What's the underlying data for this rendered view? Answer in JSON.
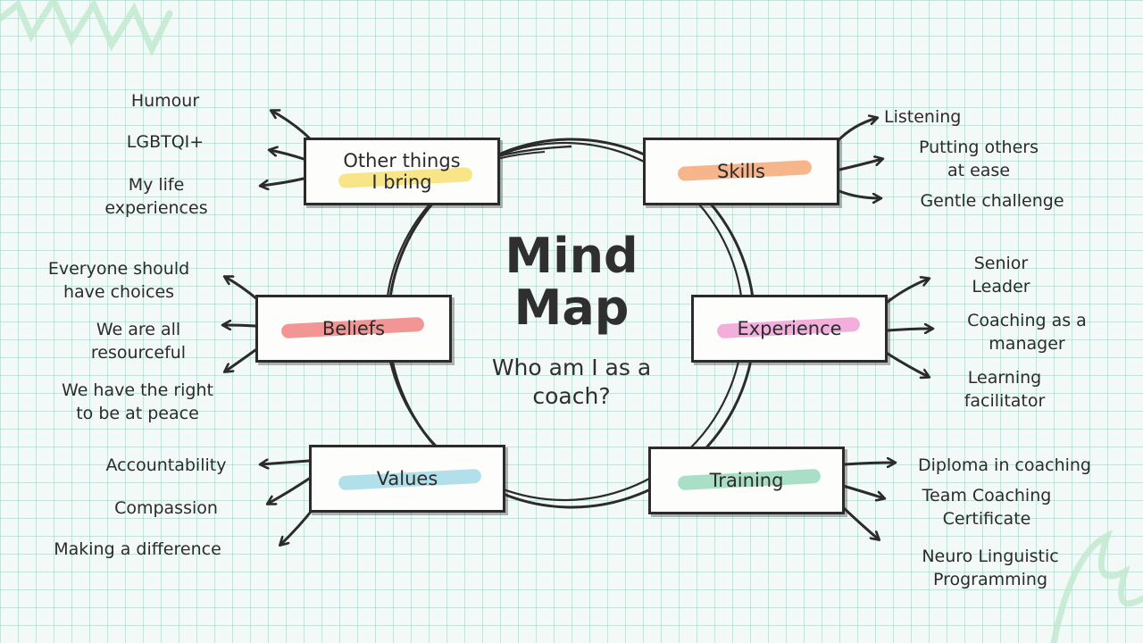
{
  "title": "Mind\nMap",
  "subtitle": "Who am I as a\ncoach?",
  "colors": {
    "ink": "#2b2b2b",
    "yellow": "#f7e27a",
    "orange": "#f6ad7e",
    "red": "#f08a8a",
    "pink": "#f2a6d8",
    "blue": "#a8dbe8",
    "green": "#9fdcc0"
  },
  "branches": {
    "other": {
      "label": "Other things\nI bring",
      "items": [
        "Humour",
        "LGBTQI+",
        "My life\nexperiences"
      ]
    },
    "skills": {
      "label": "Skills",
      "items": [
        "Listening",
        "Putting others\nat ease",
        "Gentle challenge"
      ]
    },
    "beliefs": {
      "label": "Beliefs",
      "items": [
        "Everyone should\nhave choices",
        "We are all\nresourceful",
        "We have the right\nto be at peace"
      ]
    },
    "experience": {
      "label": "Experience",
      "items": [
        "Senior\nLeader",
        "Coaching as a\nmanager",
        "Learning\nfacilitator"
      ]
    },
    "values": {
      "label": "Values",
      "items": [
        "Accountability",
        "Compassion",
        "Making a difference"
      ]
    },
    "training": {
      "label": "Training",
      "items": [
        "Diploma in coaching",
        "Team Coaching\nCertificate",
        "Neuro Linguistic\nProgramming"
      ]
    }
  }
}
